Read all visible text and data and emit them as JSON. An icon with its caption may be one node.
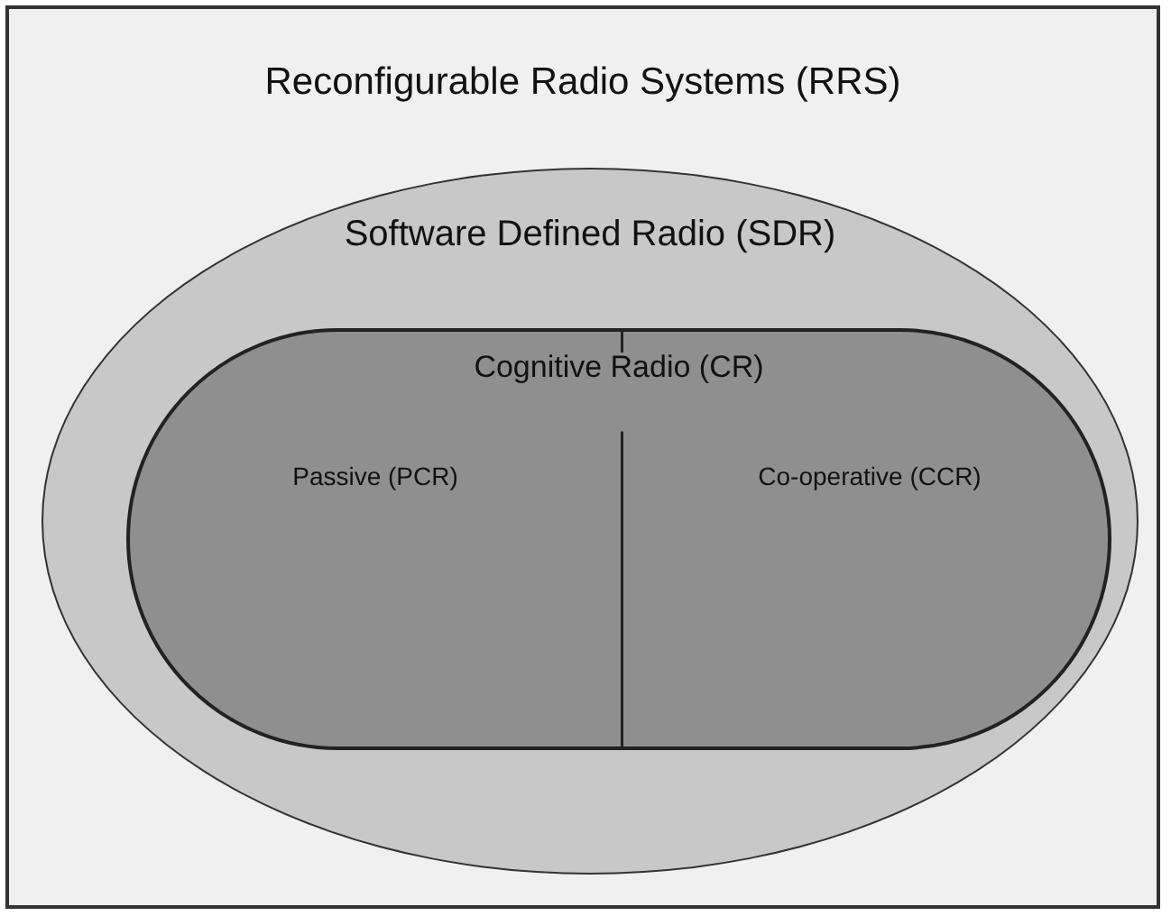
{
  "diagram": {
    "nodes": [
      {
        "text": [
          "Reconfigurable Radio Systems (RRS)"
        ]
      },
      {
        "text": [
          "Software Defined Radio (SDR)"
        ],
        "in": 0
      },
      {
        "text": [
          "Cognitive Radio (CR)"
        ],
        "in": 1
      },
      {
        "text": [
          "Passive (PCR)"
        ],
        "in": 2
      },
      {
        "text": [
          "Co-operative (CCR)"
        ],
        "in": 2
      }
    ],
    "edges": []
  }
}
